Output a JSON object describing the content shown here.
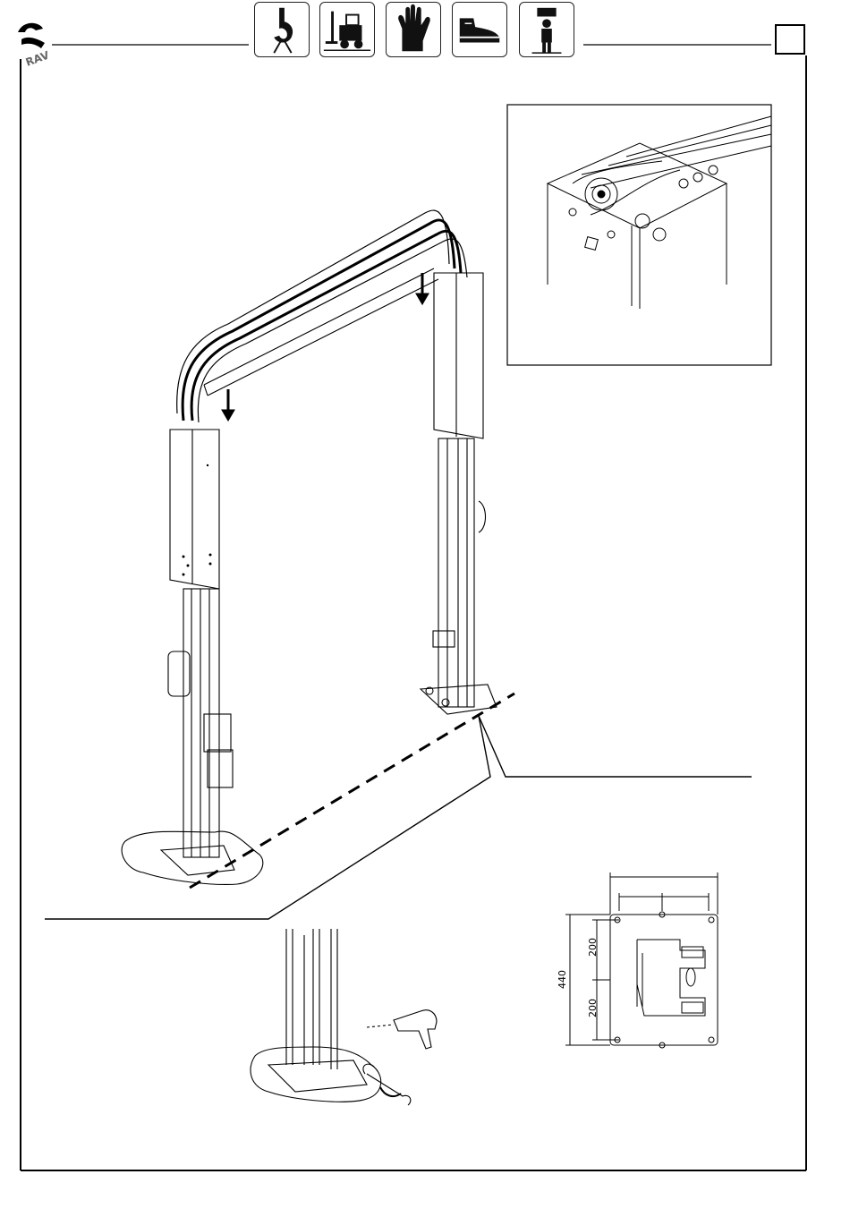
{
  "header": {
    "safety_icons": [
      "crane-hook-icon",
      "forklift-icon",
      "protective-glove-icon",
      "safety-shoe-icon",
      "lift-load-person-icon"
    ],
    "page_number": ""
  },
  "plate_drawing": {
    "dim_total_height": "440",
    "dim_upper": "200",
    "dim_lower": "200"
  }
}
